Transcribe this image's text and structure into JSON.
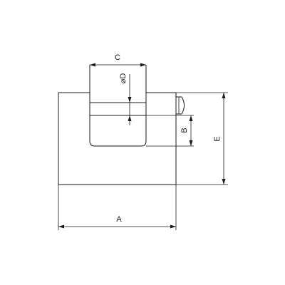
{
  "drawing": {
    "labels": {
      "a": "A",
      "b": "B",
      "c": "C",
      "d": "⌀D",
      "e": "E"
    },
    "line_color": "#1a1a1a",
    "background": "#ffffff"
  }
}
